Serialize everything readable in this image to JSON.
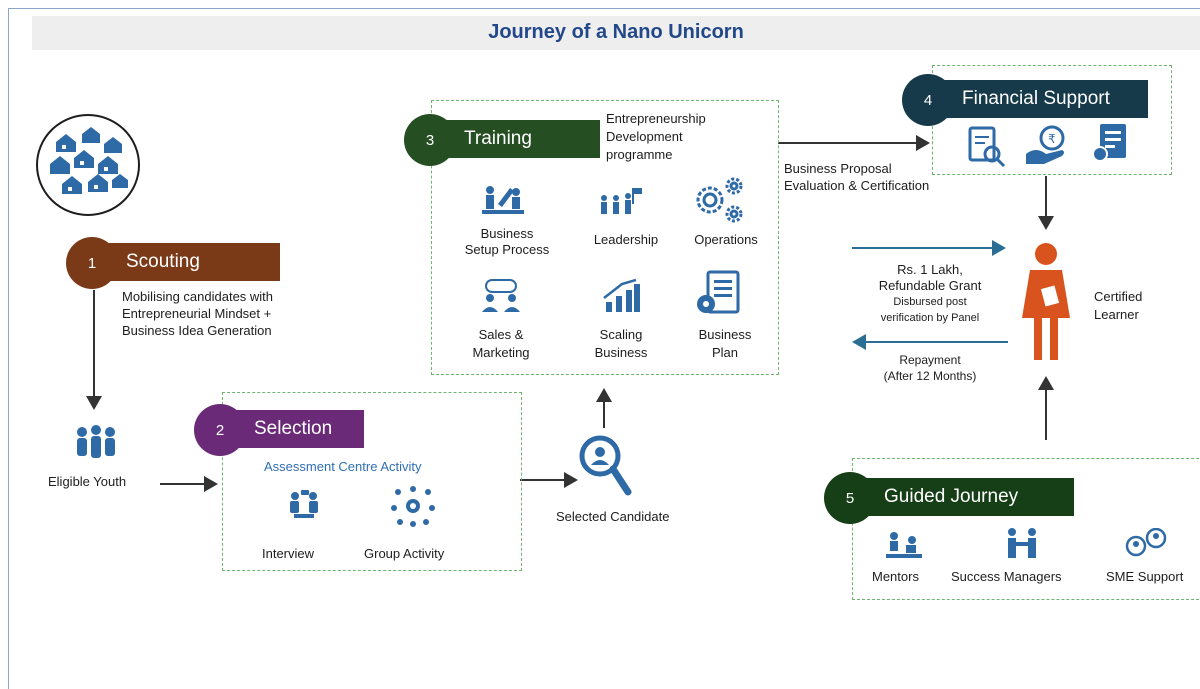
{
  "title": "Journey of a Nano Unicorn",
  "colors": {
    "scouting": "#7b3a17",
    "selection": "#6b2a78",
    "training": "#254f23",
    "financial": "#163a4a",
    "guided": "#173f17",
    "icon": "#2e6aa6",
    "person": "#d9531e",
    "arrow": "#333333",
    "accent_text": "#2f6fb4",
    "dash": "#6fb56f"
  },
  "stages": {
    "scouting": {
      "number": "1",
      "label": "Scouting",
      "desc": [
        "Mobilising candidates with",
        "Entrepreneurial Mindset +",
        "Business Idea Generation"
      ]
    },
    "selection": {
      "number": "2",
      "label": "Selection",
      "subtitle": "Assessment Centre Activity",
      "items": [
        "Interview",
        "Group Activity"
      ]
    },
    "training": {
      "number": "3",
      "label": "Training",
      "desc": [
        "Entrepreneurship",
        "Development",
        "programme"
      ],
      "items": [
        {
          "l1": "Business",
          "l2": "Setup Process",
          "icon": "setup-icon"
        },
        {
          "l1": "Leadership",
          "l2": "",
          "icon": "leadership-icon"
        },
        {
          "l1": "Operations",
          "l2": "",
          "icon": "gears-icon"
        },
        {
          "l1": "Sales &",
          "l2": "Marketing",
          "icon": "sales-icon"
        },
        {
          "l1": "Scaling",
          "l2": "Business",
          "icon": "growth-chart-icon"
        },
        {
          "l1": "Business",
          "l2": "Plan",
          "icon": "plan-document-icon"
        }
      ]
    },
    "financial": {
      "number": "4",
      "label": "Financial Support"
    },
    "guided": {
      "number": "5",
      "label": "Guided Journey",
      "items": [
        "Mentors",
        "Success Managers",
        "SME Support"
      ]
    }
  },
  "nodes": {
    "eligible_youth": "Eligible Youth",
    "selected_candidate": "Selected Candidate",
    "certified_learner": [
      "Certified",
      "Learner"
    ]
  },
  "flows": {
    "proposal": [
      "Business Proposal",
      "Evaluation & Certification"
    ],
    "grant": [
      "Rs. 1 Lakh,",
      "Refundable Grant",
      "Disbursed post",
      "verification by Panel"
    ],
    "repayment": [
      "Repayment",
      "(After 12 Months)"
    ]
  }
}
